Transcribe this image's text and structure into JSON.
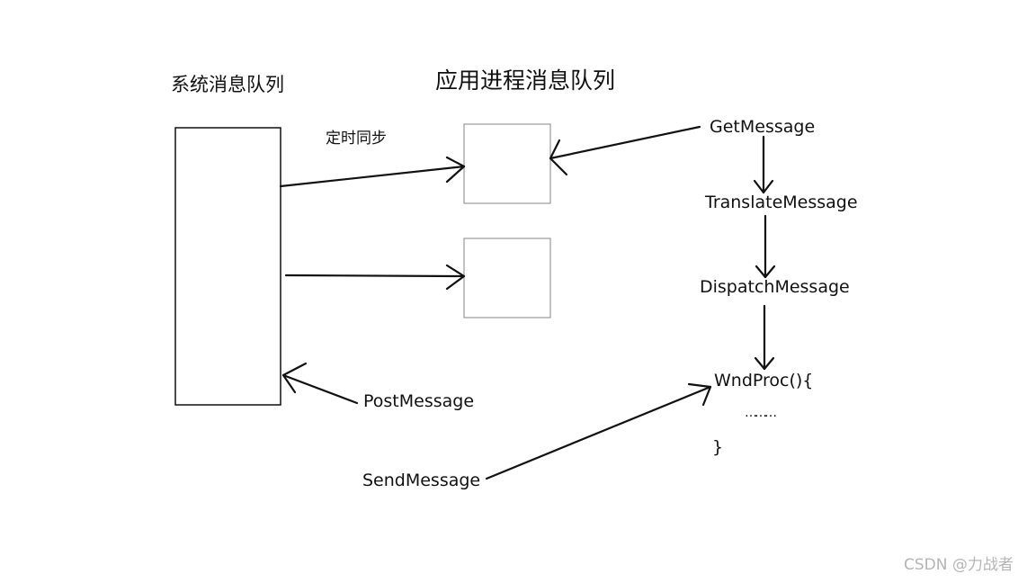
{
  "system_queue": {
    "title": "系统消息队列"
  },
  "app_queue": {
    "title": "应用进程消息队列"
  },
  "timer_label": "定时同步",
  "loop": {
    "get": "GetMessage",
    "translate": "TranslateMessage",
    "dispatch": "DispatchMessage"
  },
  "wndproc": {
    "header": "WndProc(){",
    "body": "………",
    "close": "}"
  },
  "senders": {
    "post": "PostMessage",
    "send": "SendMessage"
  },
  "watermark": "CSDN @力战者",
  "colors": {
    "stroke": "#111111",
    "box_border": "#999999",
    "watermark": "#b5b5b5"
  }
}
